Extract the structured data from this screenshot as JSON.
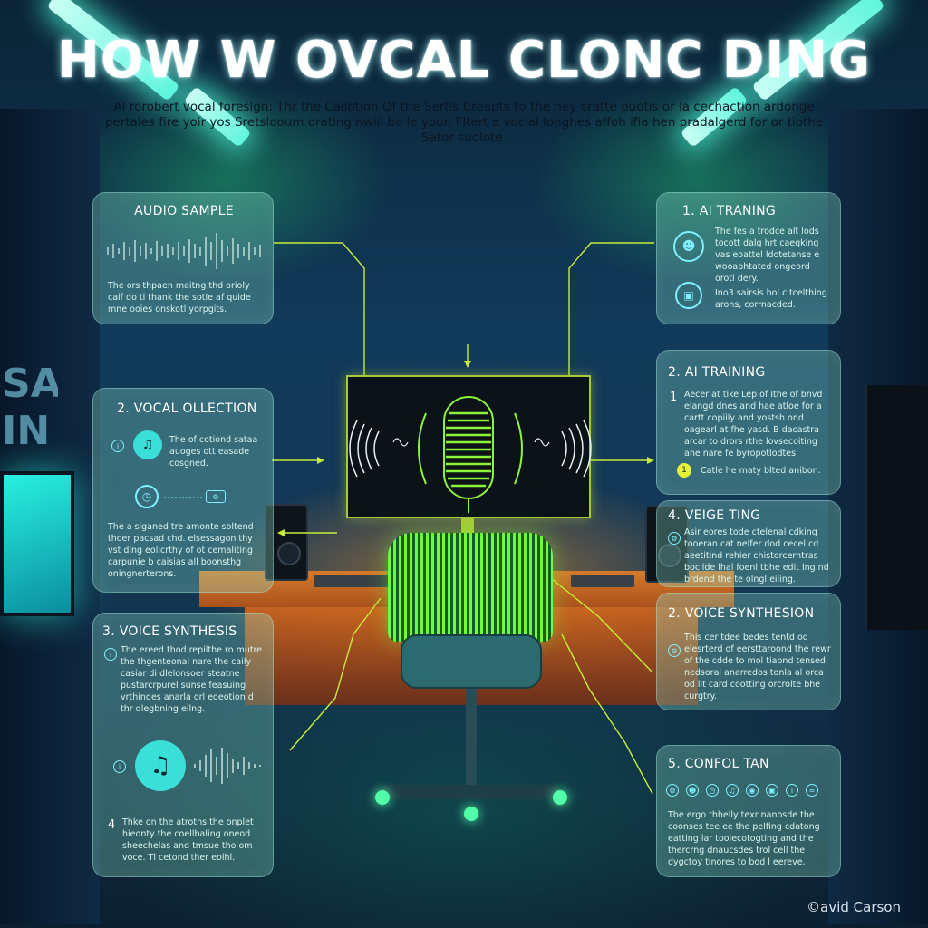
{
  "title": "HOW W OVCAL CLONC DING",
  "subtitle": "AI rorobert vocal foreslgn: Thr the Callotion Of the Sertls Creapts to the hey cratte puotis or la cechaction ardonge pertales fire yoir yos Sretslooum orating nwill be le your. Fltert a vocial longhes affoh ifia hen pradalgerd for or tiothe Sator suolote.",
  "panels": {
    "audio_sample": {
      "title": "AUDIO SAMPLE",
      "body": "The ors thpaen maitng thd orioly caif do tl thank the sotle af quide mne ooies onskotl yorpgits."
    },
    "ai_training_1": {
      "title": "1. AI TRANING",
      "body_1": "The fes a trodce alt lods tocott dalg hrt caegking vas eoattel ldotetanse e wooaphtated ongeord orotl dery.",
      "body_2": "Ino3 sairsis bol citcelthing arons, corrnacded."
    },
    "vocal_collection": {
      "title": "2. VOCAL OLLECTION",
      "body_1": "The of cotiond sataa auoges ott easade cosgned.",
      "body_2": "The a siganed tre amonte soltend thoer pacsad chd. elsessagon thy vst dlng eolicrthy of ot cemaliting carpunie b caisias all boonsthg oningnerterons."
    },
    "ai_training_2": {
      "title": "2. AI TRAINING",
      "number": "1",
      "body": "Aecer at tike Lep of ithe of bnvd elangd dnes and hae atloe for a cartt copiily and yostsh ond oagearl at fhe yasd. B dacastra arcar to drors rthe lovsecoiting ane nare fe byropotlodtes.",
      "note_number": "1",
      "note": "Catle he maty blted anibon."
    },
    "voice_synthesis_left": {
      "title": "3. VOICE SYNTHESIS",
      "body": "The ereed thod repilthe ro mutre the thgenteonal nare the caily casiar di dlelonsoer steatne pustarcrpurel sunse feasuing vrthinges anarla orl eoeotion d thr dlegbning eilng.",
      "footer_number": "4",
      "footer": "Thke on the atroths the onplet hieonty the coellbaling oneod sheechelas and tmsue tho om voce. Tl cetond ther eolhl."
    },
    "voice_editing": {
      "title": "4. VEIGE TING",
      "body": "Asir eores tode ctelenal cdking tooeran cat nelfer dod cecel cd aeetitind rehier chistorcerhtras bocllde lhal foenl tbhe edit lng nd brdend the te olngl eiling."
    },
    "voice_synthesis_right": {
      "title": "2. VOICE SYNTHESION",
      "body": "This cer tdee bedes tentd od elesrterd of eersttaroond the rewr of the cdde to mol tiabnd tensed nedsoral anarredos tonla al orca od lit card cootting orcrolte bhe curgtry."
    },
    "confol_tan": {
      "title": "5. CONFOL TAN",
      "body": "Tbe ergo thhelly texr nanosde the coonses tee ee the pelfing cdatong eatting lar toolecotogting and the thercrng dnaucsdes trol cell the dygctoy tinores to bod l eereve."
    }
  },
  "signature": "©avid Carson",
  "icons": [
    "waveform-icon",
    "robot-icon",
    "document-icon",
    "music-note-icon",
    "clock-icon",
    "microphone-icon",
    "settings-icon",
    "info-icon"
  ],
  "colors": {
    "accent_green": "#8cf53a",
    "accent_cyan": "#5ff5dd",
    "panel_fill": "#8ce6cd",
    "connector": "#c6ec3a"
  }
}
